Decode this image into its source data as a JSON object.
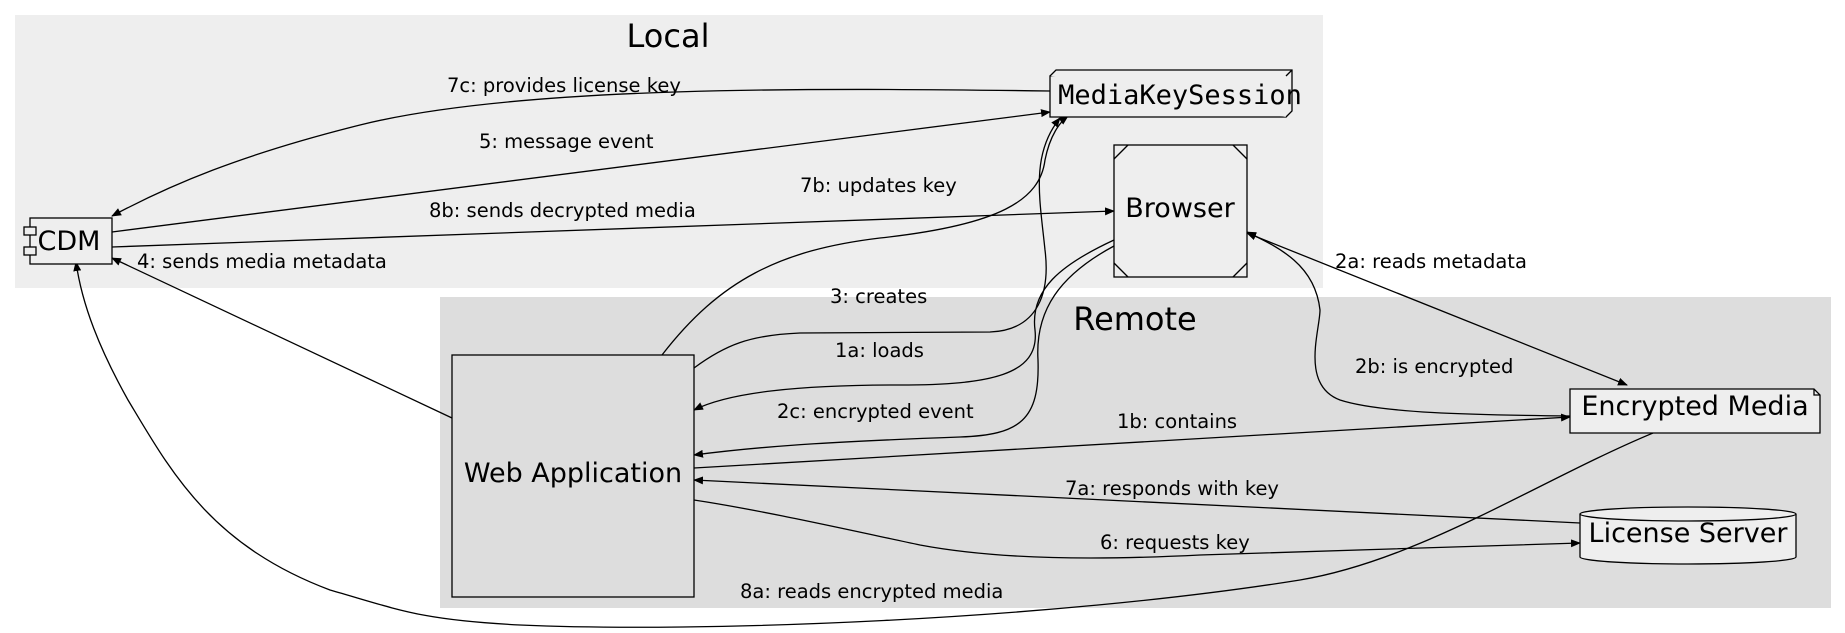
{
  "clusters": {
    "local": "Local",
    "remote": "Remote"
  },
  "nodes": {
    "cdm": "CDM",
    "media_key_session": "MediaKeySession",
    "browser": "Browser",
    "web_application": "Web Application",
    "encrypted_media": "Encrypted Media",
    "license_server": "License Server"
  },
  "edges": {
    "e1a": "1a: loads",
    "e1b": "1b: contains",
    "e2a": "2a: reads metadata",
    "e2b": "2b: is encrypted",
    "e2c": "2c: encrypted event",
    "e3": "3: creates",
    "e4": "4: sends media metadata",
    "e5": "5: message event",
    "e6": "6: requests key",
    "e7a": "7a: responds with key",
    "e7b": "7b: updates key",
    "e7c": "7c: provides license key",
    "e8a": "8a: reads encrypted media",
    "e8b": "8b: sends decrypted media"
  }
}
